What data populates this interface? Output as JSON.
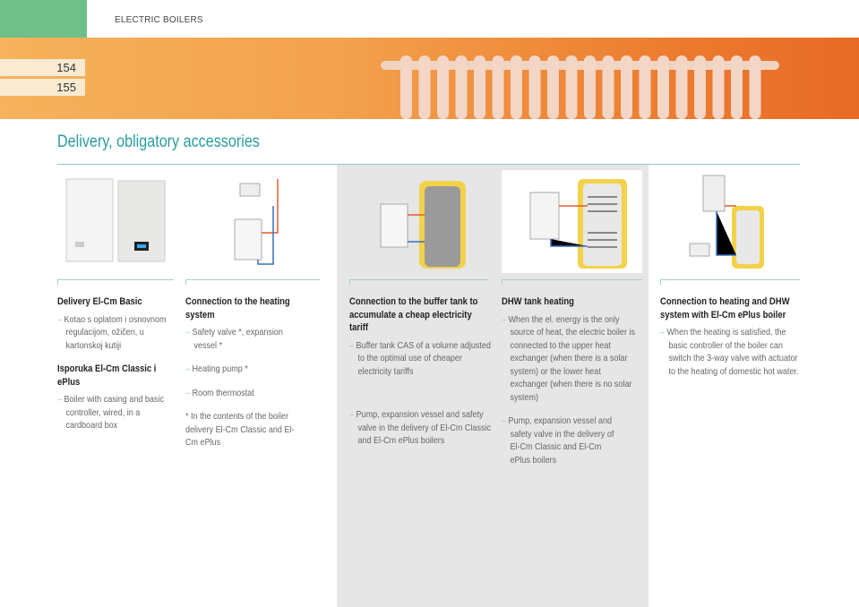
{
  "header": {
    "section": "ELECTRIC BOILERS",
    "pages": [
      "154",
      "155"
    ]
  },
  "title": "Delivery, obligatory accessories",
  "colors": {
    "accent": "#2a9ca0",
    "banner": "#ec7a2e",
    "green": "#6fbf8a"
  },
  "columns": [
    {
      "blocks": [
        {
          "heading": "Delivery El-Cm Basic",
          "items": [
            "Kotao s oplatom i osnovnom regulacijom, ožičen, u kartonskoj kutiji"
          ]
        },
        {
          "heading": "Isporuka El-Cm Classic i ePlus",
          "items": [
            "Boiler with casing and basic controller, wired, in a cardboard box"
          ]
        }
      ]
    },
    {
      "blocks": [
        {
          "heading": "Connection to the heating system",
          "items": [
            "Safety valve *, expansion vessel *",
            "Heating pump *",
            "Room thermostat"
          ],
          "note": "* In the contents of the boiler delivery El-Cm Classic and El-Cm ePlus"
        }
      ]
    },
    {
      "blocks": [
        {
          "heading": "Connection to the buffer tank to accumulate a cheap electricity tariff",
          "items": [
            "Buffer tank CAS of a volume adjusted to the optimal use of cheaper electricity tariffs",
            "Pump, expansion vessel and safety valve in the delivery of El-Cm Classic and El-Cm ePlus boilers"
          ]
        }
      ]
    },
    {
      "blocks": [
        {
          "heading": "DHW tank heating",
          "items": [
            "When the el. energy is the only source of heat, the electric boiler is connected to the upper heat exchanger (when there is a solar system) or the lower heat exchanger (when there is no solar system)",
            "Pump, expansion vessel and safety valve in the delivery of El-Cm Classic and El-Cm ePlus boilers"
          ]
        }
      ]
    },
    {
      "blocks": [
        {
          "heading": "Connection to heating and DHW system with El-Cm ePlus boiler",
          "items": [
            "When the heating is satisfied, the basic controller of the boiler can switch the 3-way valve with actuator to the heating of domestic hot water."
          ]
        }
      ]
    }
  ]
}
